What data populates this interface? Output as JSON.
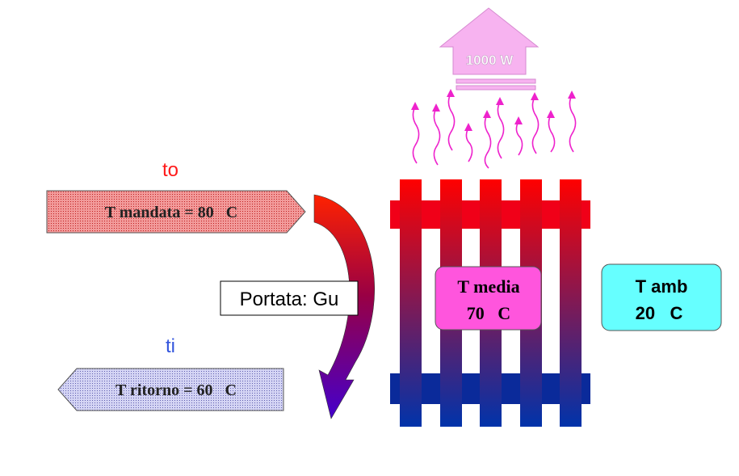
{
  "power_label": "1000 W",
  "supply": {
    "symbol": "to",
    "label": "T mandata = 80   C",
    "symbol_color": "#ff1a1a",
    "fill_color": "#f08a8a"
  },
  "return": {
    "symbol": "ti",
    "label": "T ritorno = 60   C",
    "symbol_color": "#3355dd",
    "fill_color": "#c8c8f0"
  },
  "flow_label": "Portata: Gu",
  "mean_temp": {
    "line1": "T media",
    "line2": "70   C",
    "fill_color": "#ff55dd"
  },
  "ambient_temp": {
    "line1": "T amb",
    "line2": "20   C",
    "fill_color": "#66ffff"
  },
  "colors": {
    "radiator_top": "#ff0000",
    "radiator_bottom": "#0033aa",
    "arrow_up": "#f7b3f0",
    "wave": "#ee22cc"
  }
}
